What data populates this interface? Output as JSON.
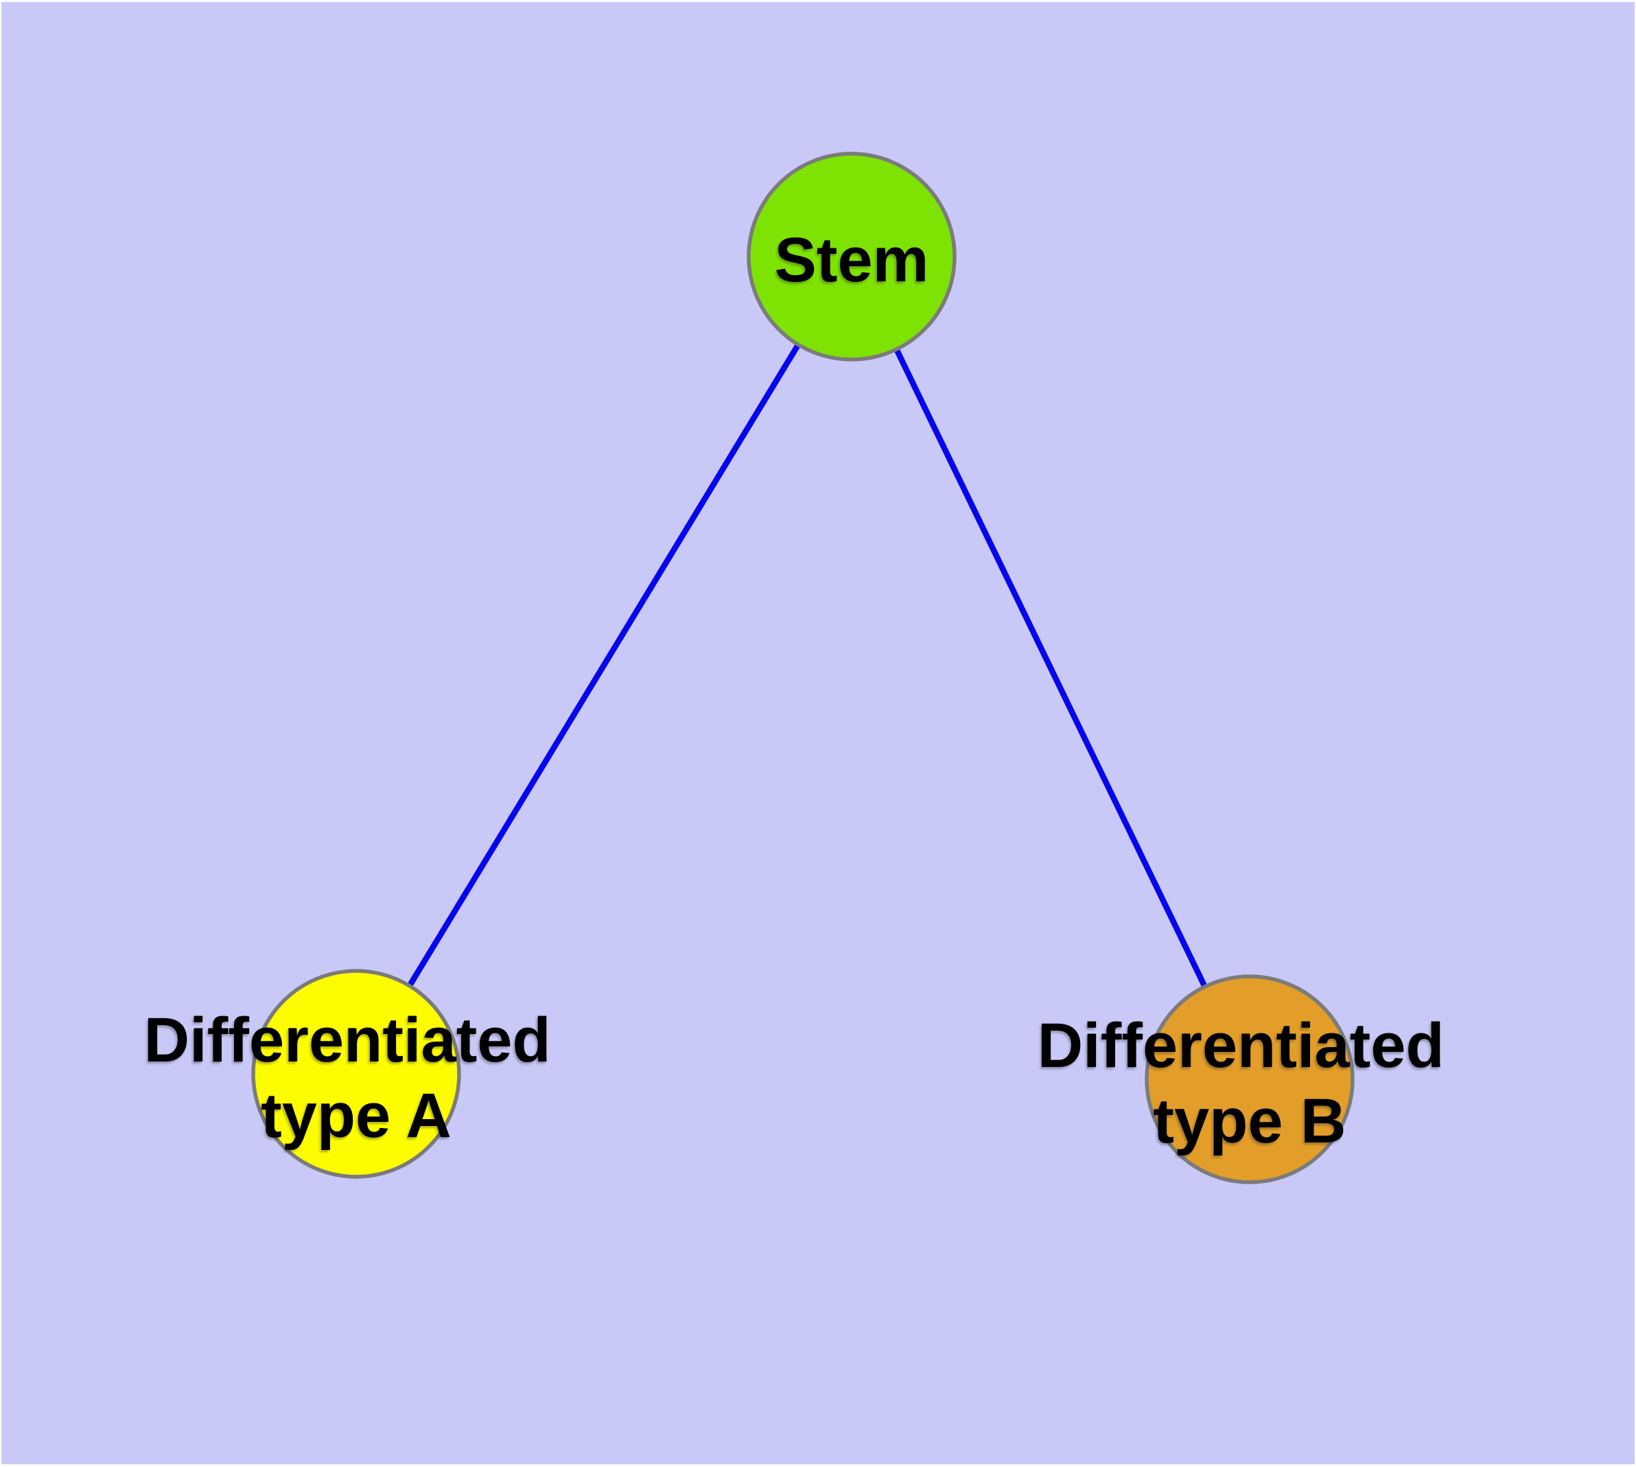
{
  "diagram": {
    "kind": "node-link-graph",
    "background_color": "#c9c9f8",
    "frame_color": "#fdfdff",
    "edge_color": "#0505ee",
    "node_border_color": "#7b7b7b",
    "text_color": "#000000",
    "nodes": [
      {
        "id": "stem",
        "label": "Stem",
        "fill": "#7ee303"
      },
      {
        "id": "differentiated-type-a",
        "label": "Differentiated type A",
        "label_line1": "Differentiated",
        "label_line2": "type A",
        "fill": "#fdfd00"
      },
      {
        "id": "differentiated-type-b",
        "label": "Differentiated type B",
        "label_line1": "Differentiated",
        "label_line2": "type B",
        "fill": "#e29e28"
      }
    ],
    "edges": [
      {
        "from": "stem",
        "to": "differentiated-type-a"
      },
      {
        "from": "stem",
        "to": "differentiated-type-b"
      }
    ]
  }
}
